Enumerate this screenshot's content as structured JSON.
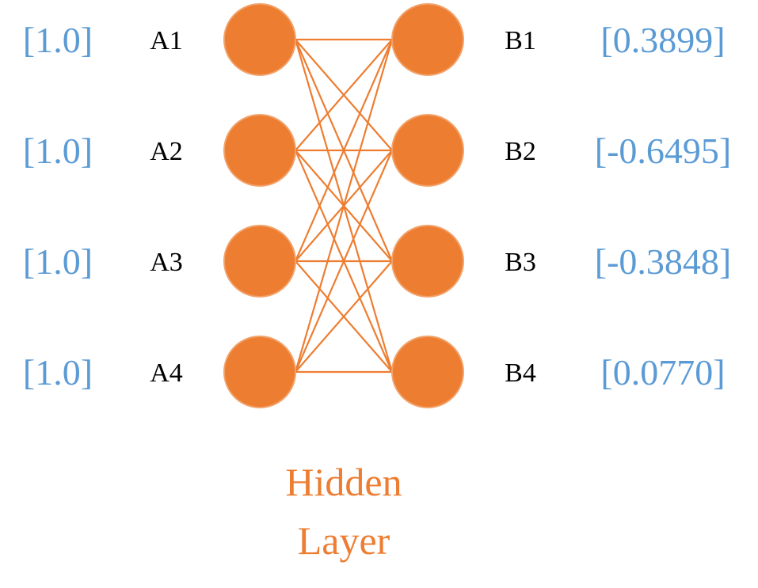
{
  "colors": {
    "node_fill": "#ED7D31",
    "connection": "#ED7D31",
    "value_text": "#5B9BD5",
    "label_text": "#000000",
    "caption_text": "#ED7D31"
  },
  "input_layer": [
    {
      "label": "A1",
      "value": "[1.0]"
    },
    {
      "label": "A2",
      "value": "[1.0]"
    },
    {
      "label": "A3",
      "value": "[1.0]"
    },
    {
      "label": "A4",
      "value": "[1.0]"
    }
  ],
  "output_layer": [
    {
      "label": "B1",
      "value": "[0.3899]"
    },
    {
      "label": "B2",
      "value": "[-0.6495]"
    },
    {
      "label": "B3",
      "value": "[-0.3848]"
    },
    {
      "label": "B4",
      "value": "[0.0770]"
    }
  ],
  "connections": "fully-connected",
  "caption": {
    "line1": "Hidden",
    "line2": "Layer"
  }
}
